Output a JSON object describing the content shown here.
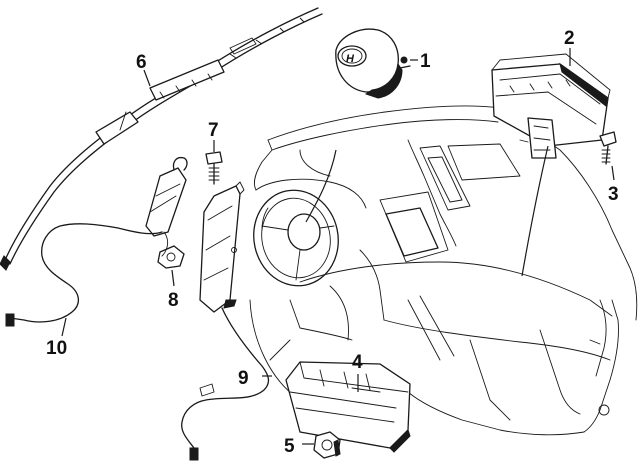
{
  "diagram": {
    "callouts": [
      {
        "id": "c1",
        "label": "1"
      },
      {
        "id": "c2",
        "label": "2"
      },
      {
        "id": "c3",
        "label": "3"
      },
      {
        "id": "c4",
        "label": "4"
      },
      {
        "id": "c5",
        "label": "5"
      },
      {
        "id": "c6",
        "label": "6"
      },
      {
        "id": "c7",
        "label": "7"
      },
      {
        "id": "c8",
        "label": "8"
      },
      {
        "id": "c9",
        "label": "9"
      },
      {
        "id": "c10",
        "label": "10"
      }
    ],
    "logo_text": "H"
  }
}
